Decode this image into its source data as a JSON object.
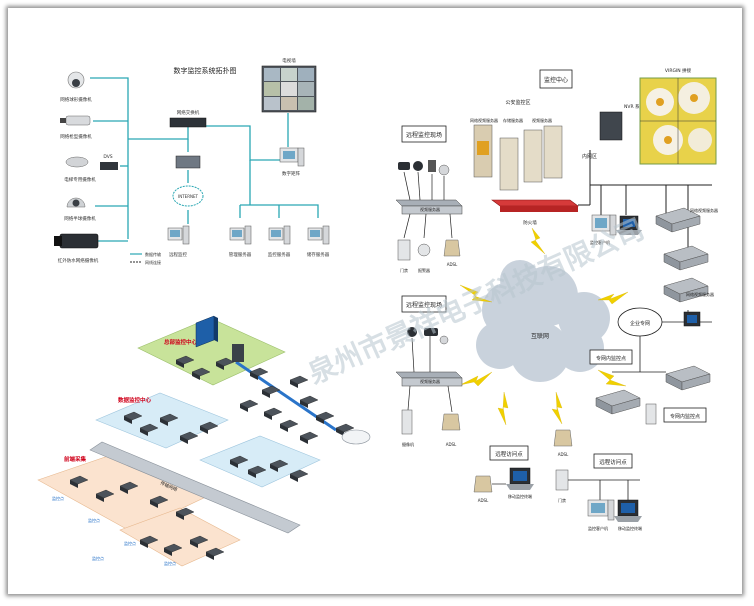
{
  "colors": {
    "teal_line": "#2aa7b3",
    "red_label": "#d0021b",
    "box_border": "#222222",
    "box_fill": "#ffffff",
    "zone_green": "#c8e39a",
    "zone_blue": "#d7ecf7",
    "zone_orange": "#fbe3cf",
    "cloud": "#c9d2dc",
    "lightning": "#f0d000",
    "watermark": "#b8c6cf"
  },
  "top_left": {
    "title": "数字监控系统拓扑图",
    "tv_wall_label": "电视墙",
    "switch_label": "网络交换机",
    "internet_label": "INTERNET",
    "cameras": [
      "网络球形摄像机",
      "网络枪型摄像机",
      "电梯专用摄像机",
      "网络半球摄像机",
      "红外防水网络摄像机"
    ],
    "dvs_label": "DVS",
    "servers": [
      "远程监控",
      "管理服务器",
      "监控服务器",
      "储存服务器"
    ],
    "terminal_label": "数字矩阵",
    "legend": [
      "数据传输",
      "网线连接"
    ]
  },
  "bottom_left": {
    "zones": [
      "总部监控中心",
      "数据监控中心",
      "前端采集"
    ],
    "backbone_label": "传输网络",
    "site_labels": [
      "监控点",
      "监控点",
      "监控点",
      "监控点",
      "监控点"
    ]
  },
  "right": {
    "center_label": "监控中心",
    "public_zone_label": "公安监控区",
    "internal_label": "内网区",
    "wall_label": "VIRGIN 拼接",
    "nvr_label": "NVR 系统",
    "servers": [
      "网络视频服务器",
      "存储服务器",
      "视频服务器"
    ],
    "firewall_label": "防火墙",
    "internet_label": "互联网",
    "remote_sites": [
      {
        "title": "远程监控现场",
        "box": "视频服务器"
      },
      {
        "title": "远程监控现场",
        "box": "视频服务器"
      }
    ],
    "right_devices": [
      "网络视频服务器",
      "网络视频服务器",
      "企业专网",
      "专网内监控点",
      "专网内监控点"
    ],
    "access_points": [
      "远程访问点",
      "远程访问点"
    ],
    "terminal_labels": [
      "监控客户机",
      "移动监控终端",
      "监控客户机",
      "移动监控终端"
    ],
    "adsl_labels": [
      "ADSL",
      "ADSL",
      "ADSL",
      "ADSL"
    ],
    "misc_labels": [
      "门禁",
      "报警器",
      "摄像机",
      "门禁"
    ]
  },
  "watermark": "泉州市景祥电子科技有限公司"
}
